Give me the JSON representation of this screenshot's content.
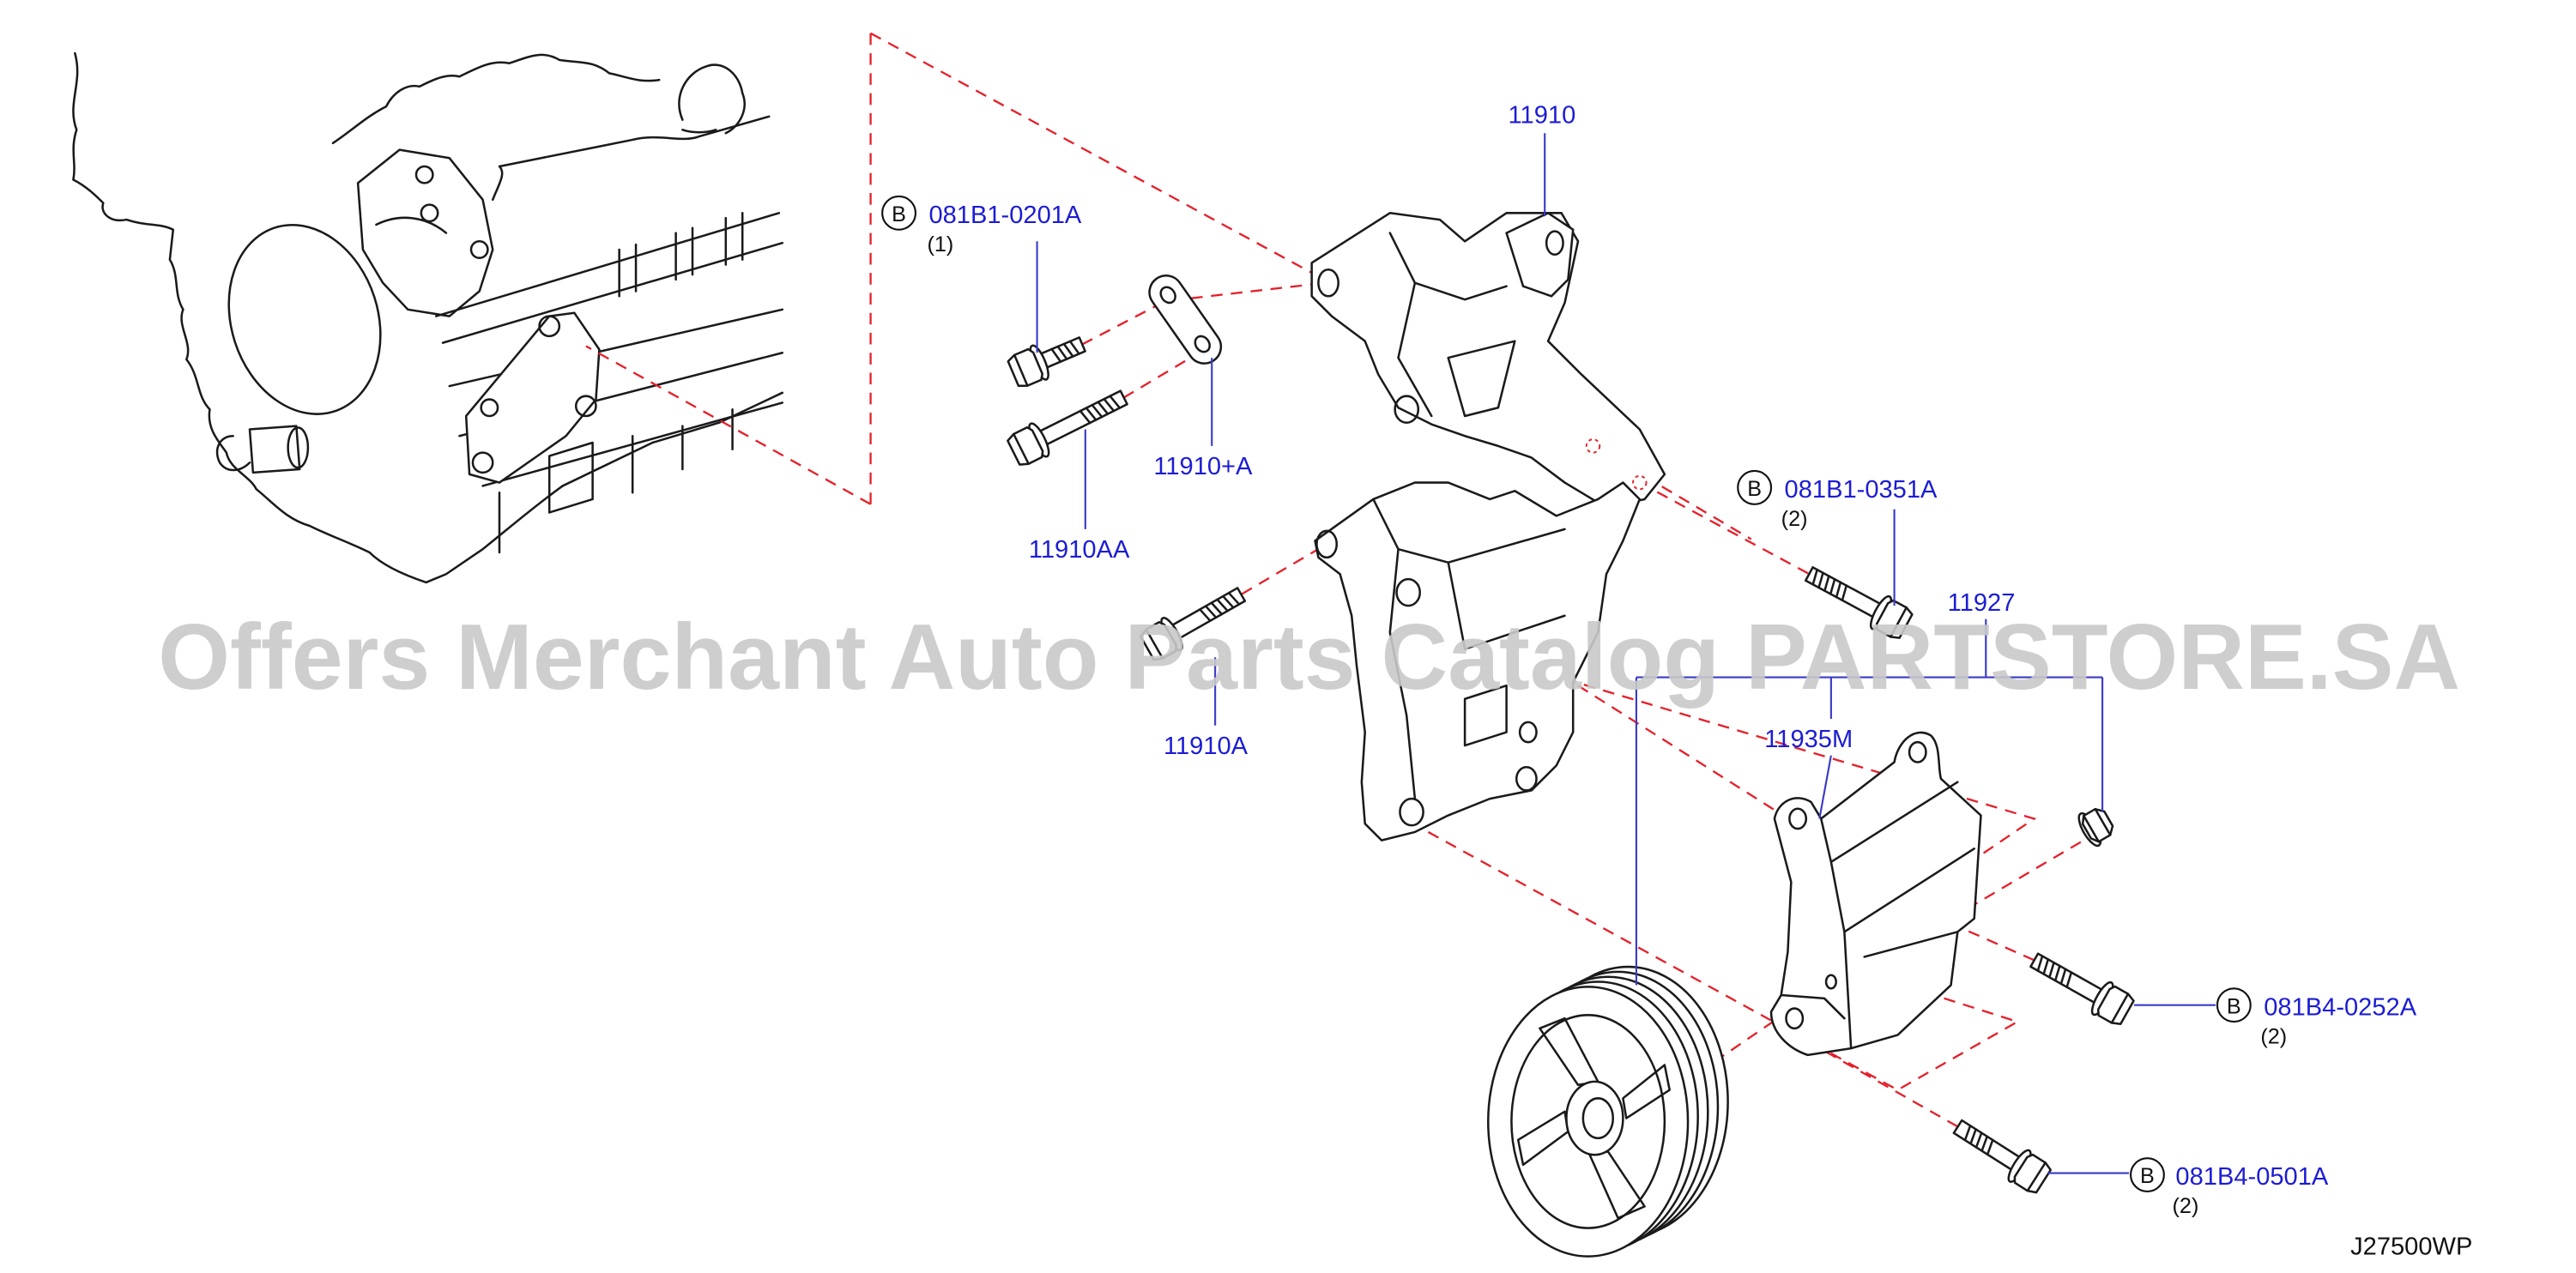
{
  "diagram": {
    "code": "J27500WP",
    "watermark": "Offers Merchant Auto Parts Catalog PARTSTORE.SA",
    "callouts": [
      {
        "part_no": "11910"
      },
      {
        "marker": "B",
        "part_no": "081B1-0201A",
        "qty": "(1)"
      },
      {
        "part_no": "11910+A"
      },
      {
        "part_no": "11910AA"
      },
      {
        "marker": "B",
        "part_no": "081B1-0351A",
        "qty": "(2)"
      },
      {
        "part_no": "11927"
      },
      {
        "part_no": "11910A"
      },
      {
        "part_no": "11935M"
      },
      {
        "marker": "B",
        "part_no": "081B4-0252A",
        "qty": "(2)"
      },
      {
        "marker": "B",
        "part_no": "081B4-0501A",
        "qty": "(2)"
      }
    ]
  },
  "colors": {
    "background": "#ffffff",
    "line": "#1a1a1a",
    "label": "#1c1cd4",
    "leader": "#3a3ac8",
    "dash": "#e5202a",
    "watermark": "#c9c9c9"
  }
}
